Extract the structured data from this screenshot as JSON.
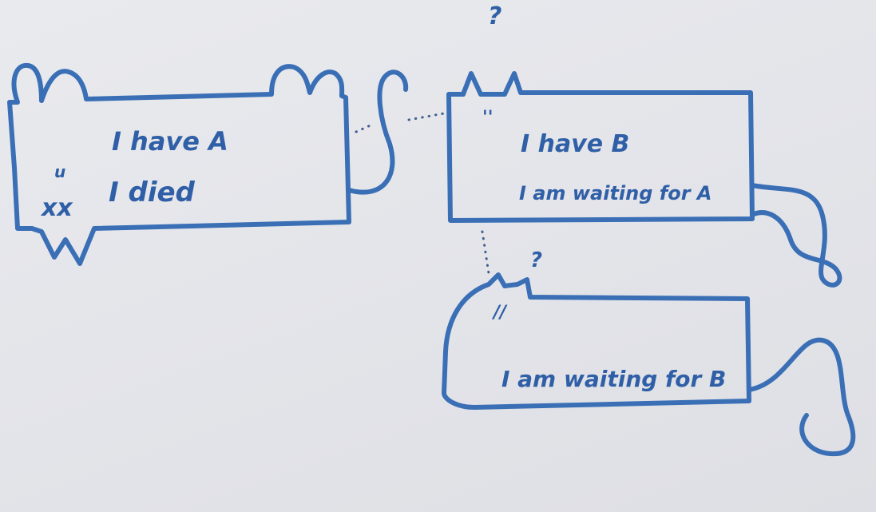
{
  "cat_a": {
    "line1": "I have A",
    "line2": "I died",
    "face_eyes": "xx",
    "face_mark": "u"
  },
  "cat_b": {
    "line1": "I have B",
    "line2": "I am waiting for A",
    "eyes": "''",
    "thought": "?"
  },
  "cat_c": {
    "line1": "I am waiting for B",
    "eyes": "//",
    "thought": "?"
  },
  "colors": {
    "ink": "#3a6fb6",
    "board": "#e6e7ec"
  }
}
